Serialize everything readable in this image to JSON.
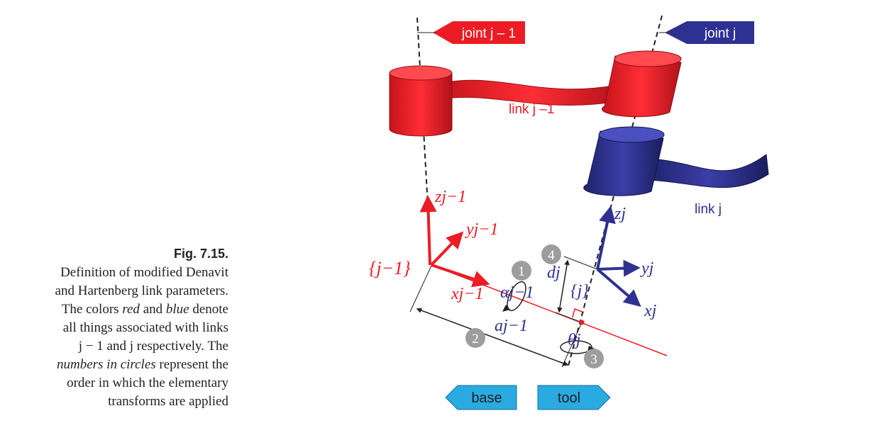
{
  "caption": {
    "figure_label": "Fig. 7.15.",
    "lines": [
      [
        "Definition of modified Denavit"
      ],
      [
        "and Hartenberg link parameters."
      ],
      [
        "The colors ",
        "*red",
        " and ",
        "*blue",
        " denote"
      ],
      [
        "all things associated with links"
      ],
      [
        "j − 1 and j respectively. The"
      ],
      [
        "*numbers in circles",
        " represent the"
      ],
      [
        "order in which the elementary"
      ],
      [
        "transforms are applied"
      ]
    ]
  },
  "labels": {
    "joint_prev": "joint j – 1",
    "joint_curr": "joint j",
    "link_prev": "link j –1",
    "link_curr": "link j",
    "frame_prev": "{j−1}",
    "frame_curr": "{j}",
    "z_prev": "zj−1",
    "y_prev": "yj−1",
    "x_prev": "xj−1",
    "z_curr": "zj",
    "y_curr": "yj",
    "x_curr": "xj",
    "alpha": "αj−1",
    "a": "aj−1",
    "d": "dj",
    "theta": "θj",
    "base_button": "base",
    "tool_button": "tool"
  },
  "steps": [
    "1",
    "2",
    "3",
    "4"
  ],
  "colors": {
    "red": "#ed1c24",
    "blue": "#2e3192",
    "cyan": "#29abe2",
    "gray": "#9d9d9d"
  }
}
